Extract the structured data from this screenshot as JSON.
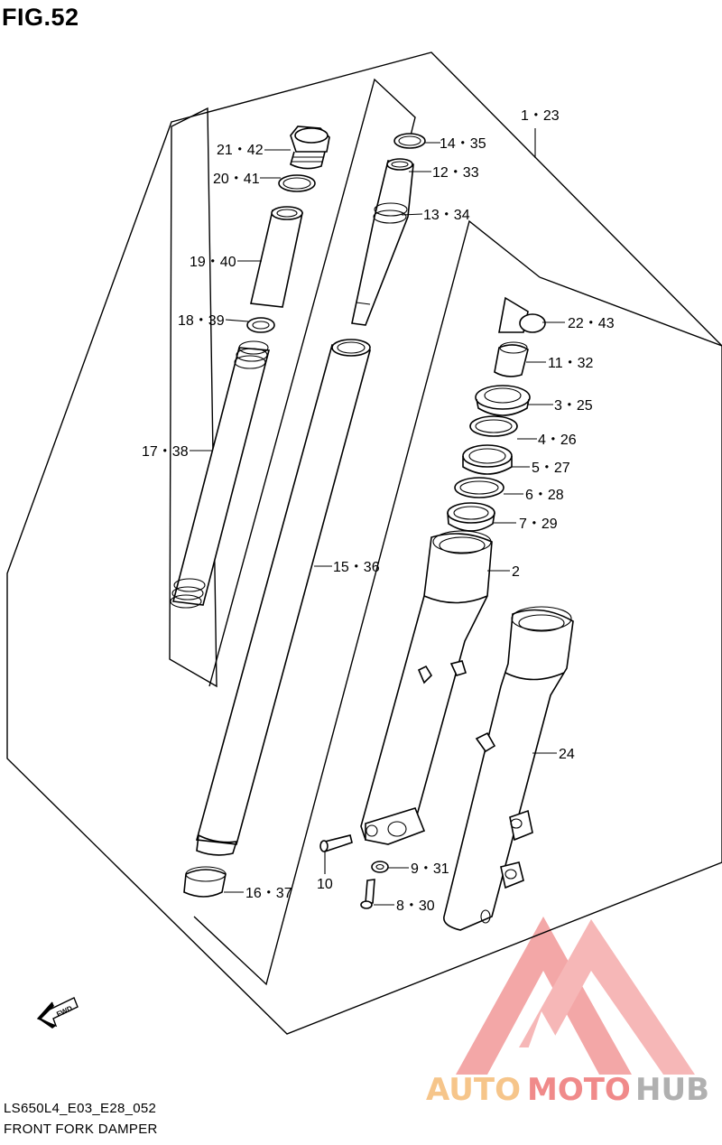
{
  "figure": {
    "title": "FIG.52"
  },
  "callouts": {
    "c1_23": "1・23",
    "c21_42": "21・42",
    "c20_41": "20・41",
    "c19_40": "19・40",
    "c18_39": "18・39",
    "c17_38": "17・38",
    "c14_35": "14・35",
    "c12_33": "12・33",
    "c13_34": "13・34",
    "c22_43": "22・43",
    "c11_32": "11・32",
    "c3_25": "3・25",
    "c4_26": "4・26",
    "c5_27": "5・27",
    "c6_28": "6・28",
    "c7_29": "7・29",
    "c2": "2",
    "c15_36": "15・36",
    "c24": "24",
    "c10": "10",
    "c9_31": "9・31",
    "c8_30": "8・30",
    "c16_37": "16・37"
  },
  "fwd": {
    "label": "FWD"
  },
  "watermark": {
    "part1": "AUTO",
    "part2": "MOTO",
    "part3": "HUB",
    "colors": {
      "auto": "#f6c58a",
      "moto": "#f08a8a",
      "hub": "#b5b5b5",
      "logo": "#f08080"
    }
  },
  "footer": {
    "model_code": "LS650L4_E03_E28_052",
    "subtitle": "FRONT FORK DAMPER"
  }
}
